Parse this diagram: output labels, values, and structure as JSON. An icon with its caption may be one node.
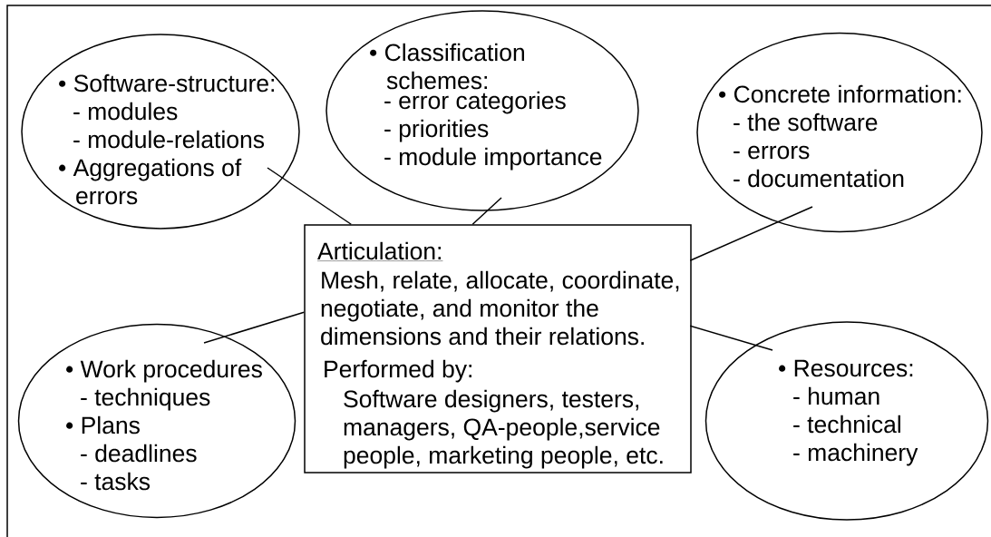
{
  "diagram": {
    "nodes": [
      {
        "text": [
          "• Software-structure:",
          "- modules",
          "- module-relations",
          "• Aggregations of errors"
        ]
      },
      {
        "text": [
          "• Classification schemes:",
          "- error categories",
          "- priorities",
          "- module importance"
        ]
      },
      {
        "text": [
          "• Concrete information:",
          "- the software",
          "- errors",
          "- documentation"
        ]
      },
      {
        "text": [
          "Articulation:",
          "Mesh, relate, allocate, coordinate, negotiate, and monitor the dimensions and their relations.",
          "Performed by:",
          "Software designers, testers, managers, QA-people,service people, marketing people, etc."
        ]
      },
      {
        "text": [
          "• Work procedures",
          "- techniques",
          "• Plans",
          "- deadlines",
          "- tasks"
        ]
      },
      {
        "text": [
          "• Resources:",
          "- human",
          "- technical",
          "- machinery"
        ]
      }
    ],
    "edges": [
      {
        "from": 3,
        "to": 0,
        "arrow": "none"
      },
      {
        "from": 3,
        "to": 1,
        "arrow": "none"
      },
      {
        "from": 3,
        "to": 2,
        "arrow": "none"
      },
      {
        "from": 3,
        "to": 4,
        "arrow": "none"
      },
      {
        "from": 3,
        "to": 5,
        "arrow": "none"
      }
    ]
  }
}
